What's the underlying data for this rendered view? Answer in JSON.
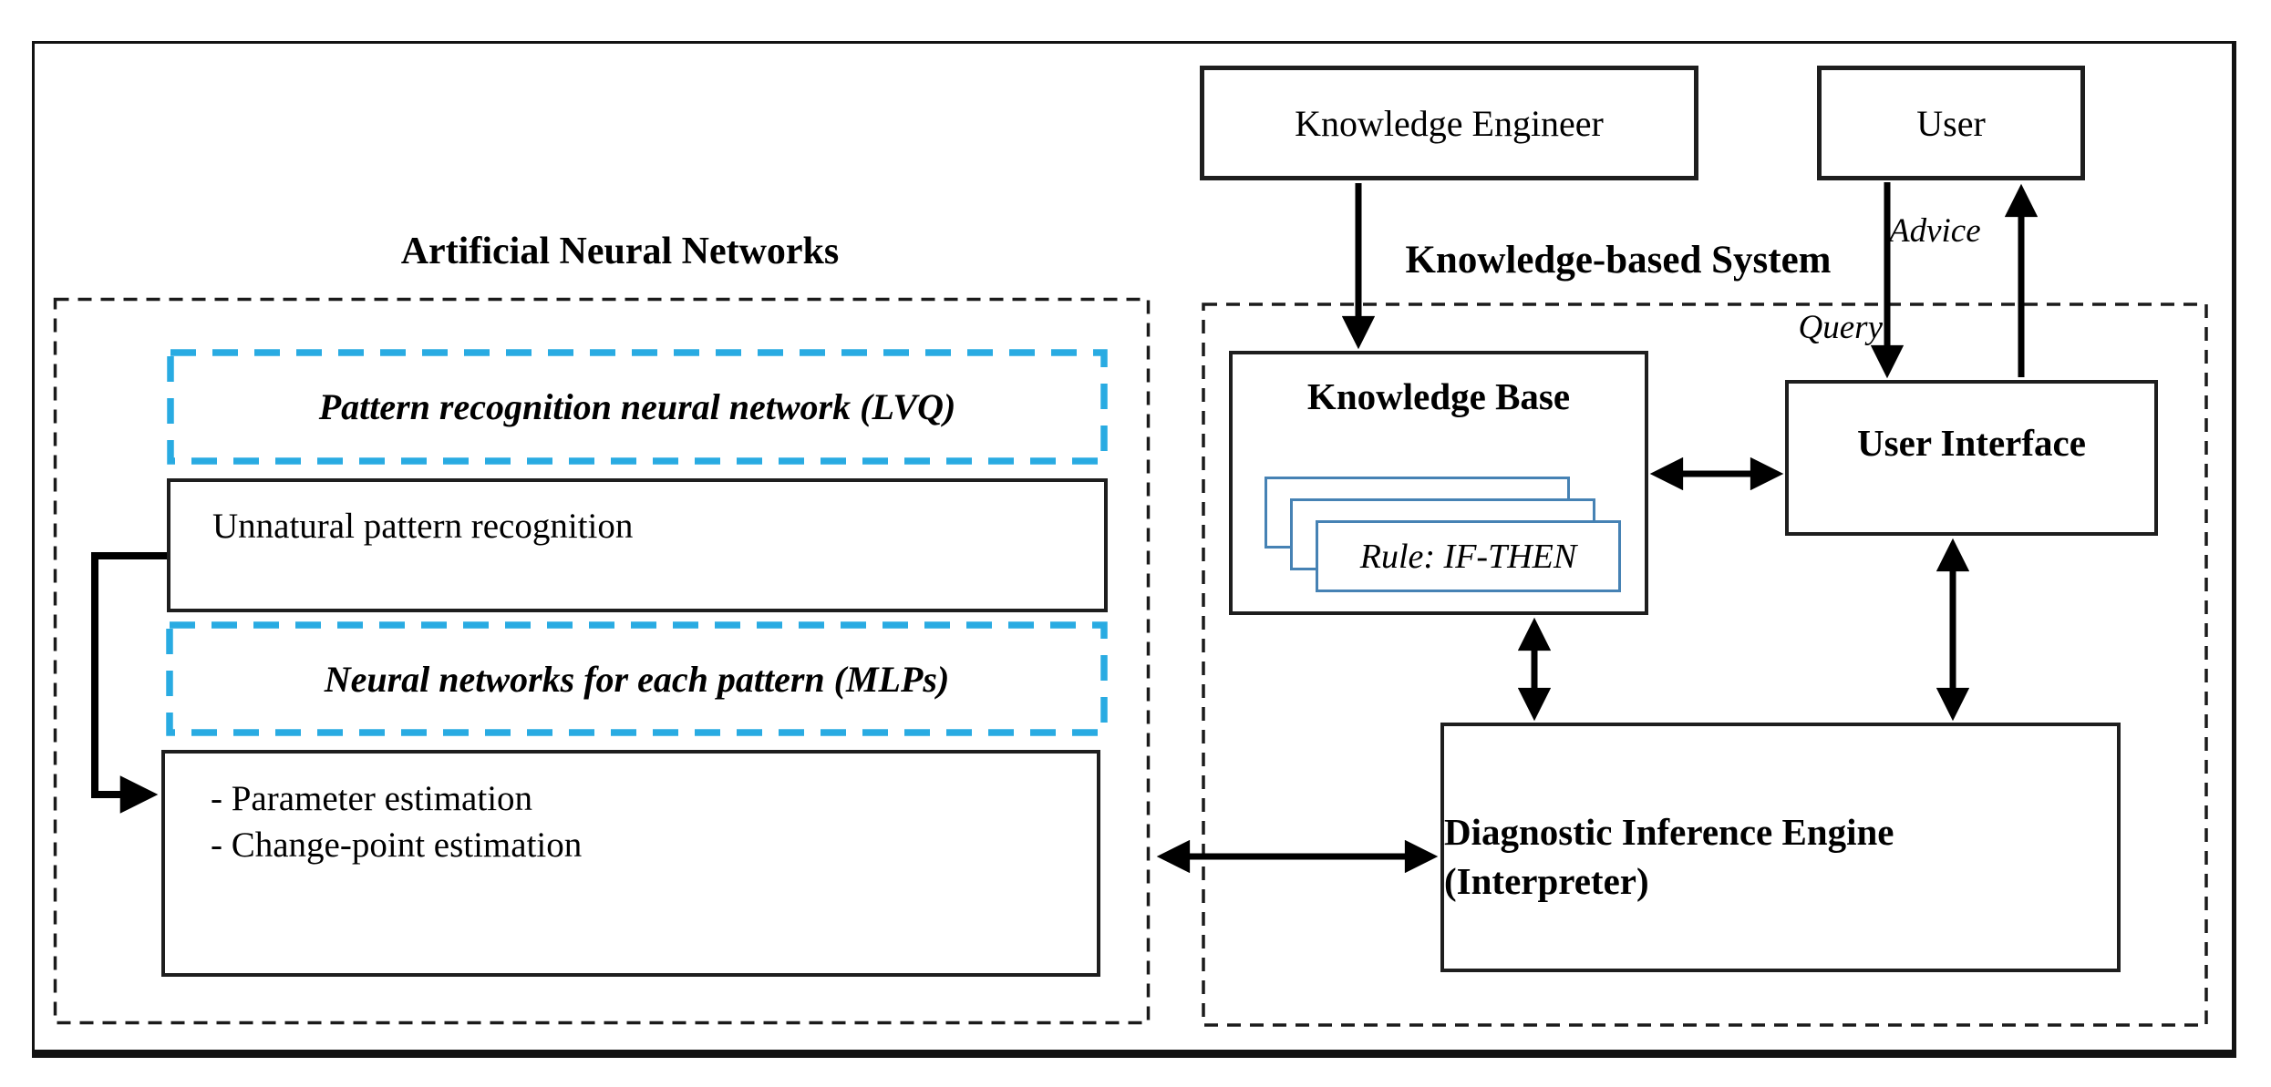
{
  "colors": {
    "cyan_box_border": "#29abe2",
    "rule_card_border": "#4682b4",
    "line": "#000000"
  },
  "ann": {
    "title": "Artificial Neural Networks",
    "lvq_box_label": "Pattern recognition neural network (LVQ)",
    "unnatural_box_label": "Unnatural pattern recognition",
    "mlp_box_label": "Neural networks for each pattern (MLPs)",
    "estimation_box_line1": "- Parameter estimation",
    "estimation_box_line2": "- Change-point estimation"
  },
  "kbs": {
    "system_label": "Knowledge-based System",
    "knowledge_engineer_label": "Knowledge Engineer",
    "user_label": "User",
    "advice_label": "Advice",
    "query_label": "Query",
    "knowledge_base_label": "Knowledge Base",
    "rule_card_label": "Rule: IF-THEN",
    "user_interface_label": "User Interface",
    "inference_engine_line1": "Diagnostic Inference Engine",
    "inference_engine_line2": "(Interpreter)"
  }
}
